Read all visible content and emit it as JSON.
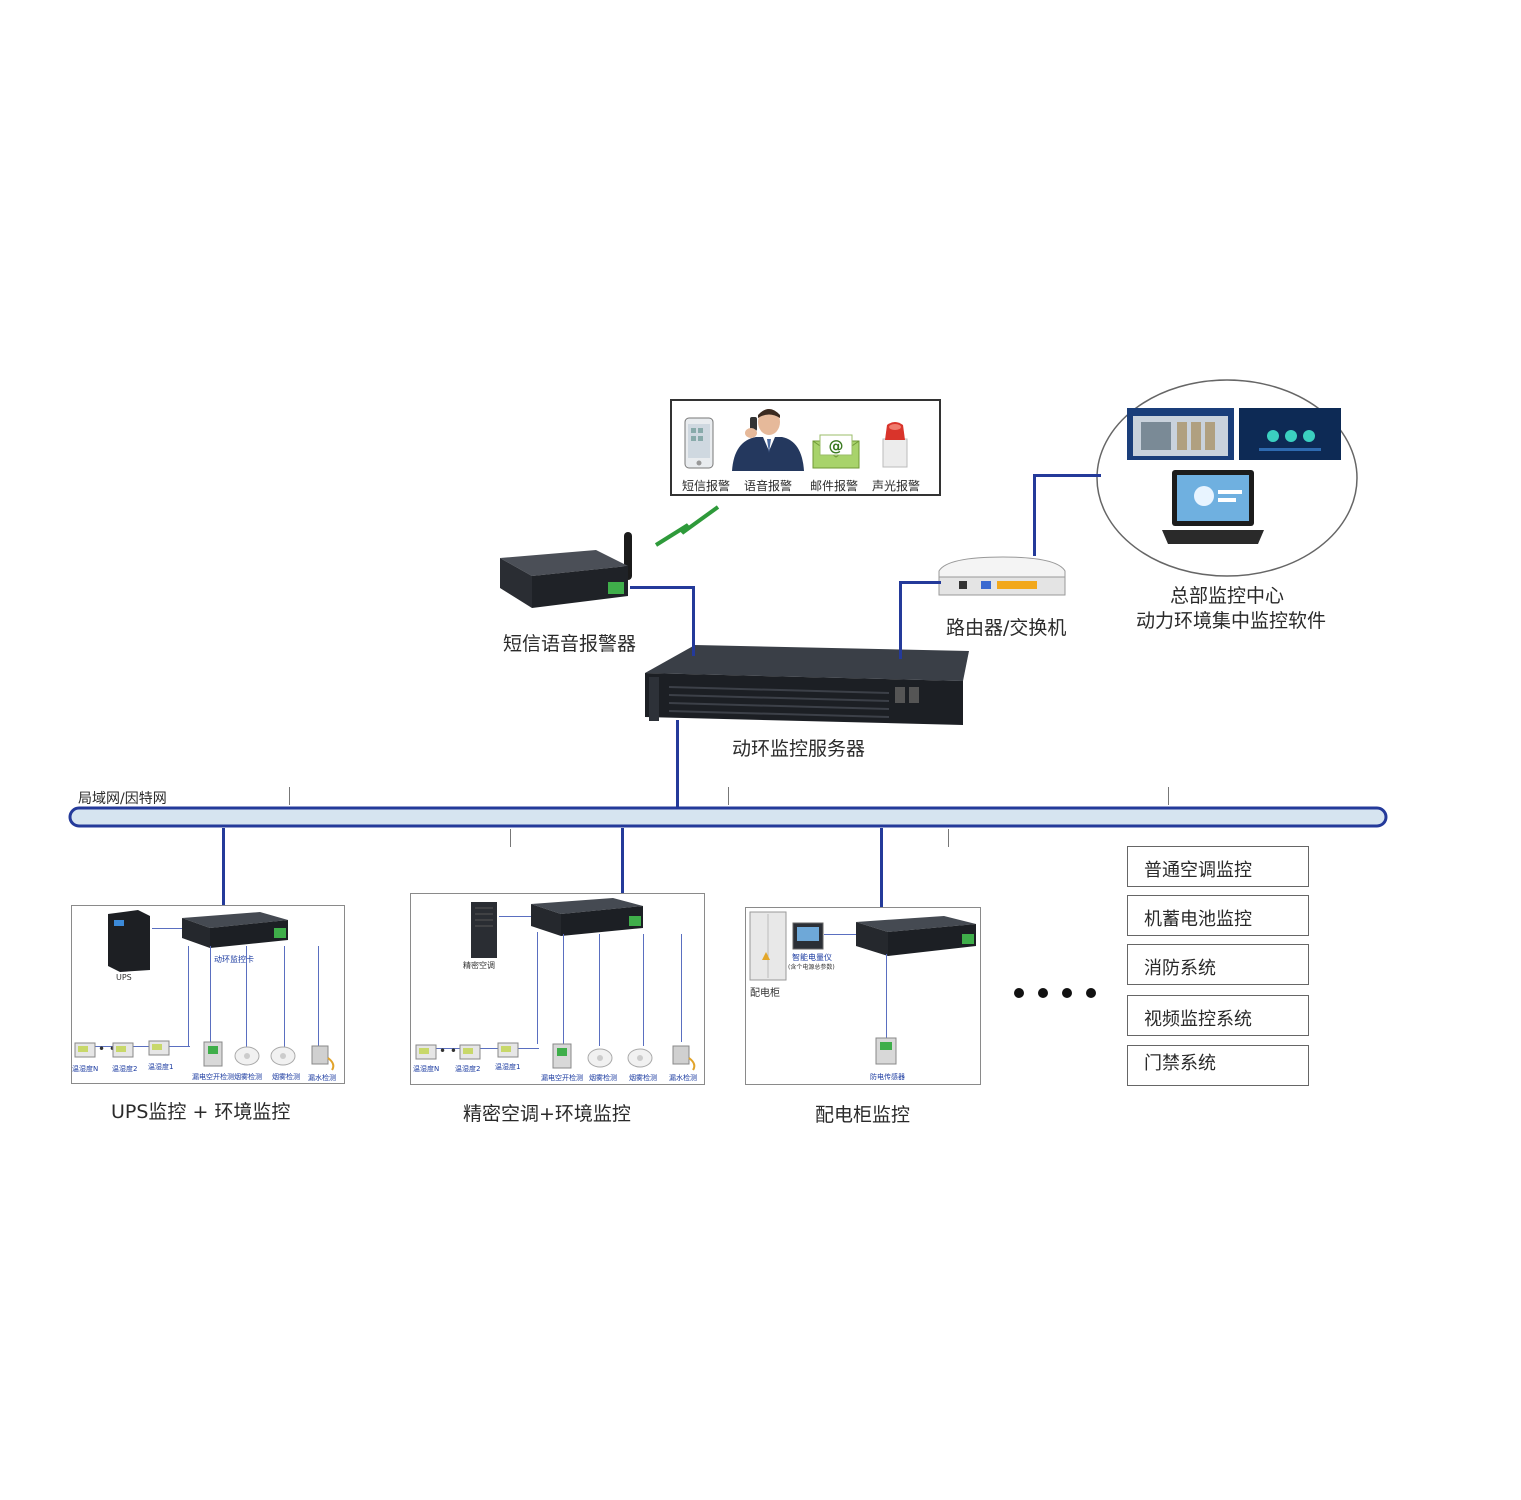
{
  "alarm_box": {
    "items": [
      "短信报警",
      "语音报警",
      "邮件报警",
      "声光报警"
    ]
  },
  "devices": {
    "sms_alarm": "短信语音报警器",
    "router": "路由器/交换机",
    "hq_line1": "总部监控中心",
    "hq_line2": "动力环境集中监控软件",
    "server": "动环监控服务器"
  },
  "network": {
    "label": "局域网/因特网"
  },
  "panels": {
    "ups": {
      "caption": "UPS监控 + 环境监控",
      "ups_label": "UPS",
      "card_label": "动环监控卡",
      "sensors": [
        "温湿度N",
        "温湿度2",
        "温湿度1",
        "漏电空开检测",
        "烟雾检测",
        "烟雾检测",
        "漏水检测"
      ]
    },
    "ac": {
      "caption": "精密空调+环境监控",
      "ac_label": "精密空调",
      "sensors": [
        "温湿度N",
        "温湿度2",
        "温湿度1",
        "漏电空开检测",
        "烟雾检测",
        "烟雾检测",
        "漏水检测"
      ]
    },
    "pd": {
      "caption": "配电柜监控",
      "cabinet_label": "配电柜",
      "meter_label": "智能电量仪",
      "meter_sub": "(含个电源总参数)",
      "sensor_label": "防电传感器"
    }
  },
  "more_systems": [
    "普通空调监控",
    "机蓄电池监控",
    "消防系统",
    "视频监控系统",
    "门禁系统"
  ],
  "colors": {
    "wire": "#243a9a",
    "bus_fill": "#d6e4f0",
    "bus_stroke": "#243a9a",
    "device_body": "#2b2f36"
  }
}
